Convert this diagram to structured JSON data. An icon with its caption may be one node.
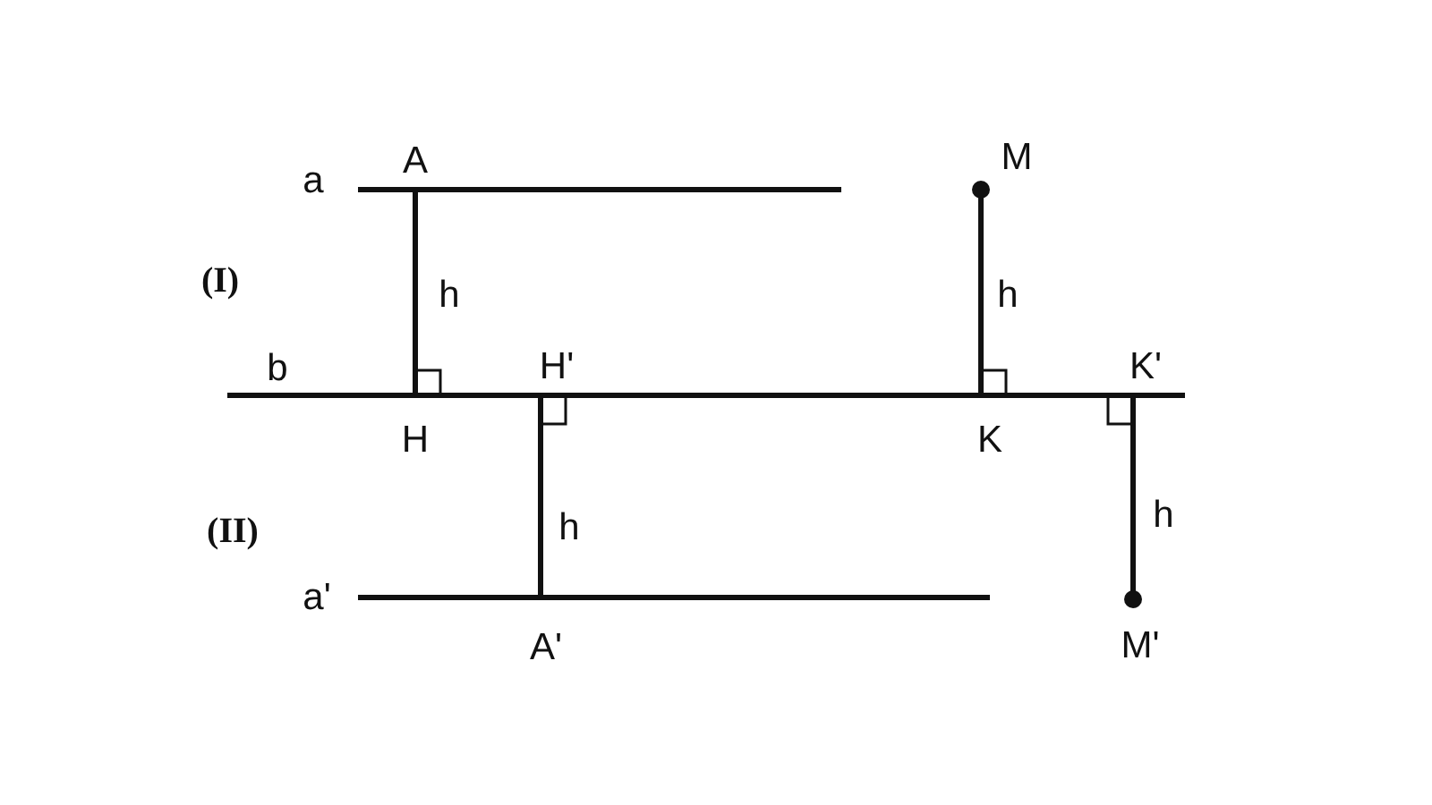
{
  "diagram": {
    "labels": [
      "A",
      "M",
      "a",
      "(I)",
      "h",
      "h",
      "b",
      "H'",
      "K'",
      "H",
      "K",
      "(II)",
      "h",
      "h",
      "a'",
      "A'",
      "M'"
    ]
  }
}
